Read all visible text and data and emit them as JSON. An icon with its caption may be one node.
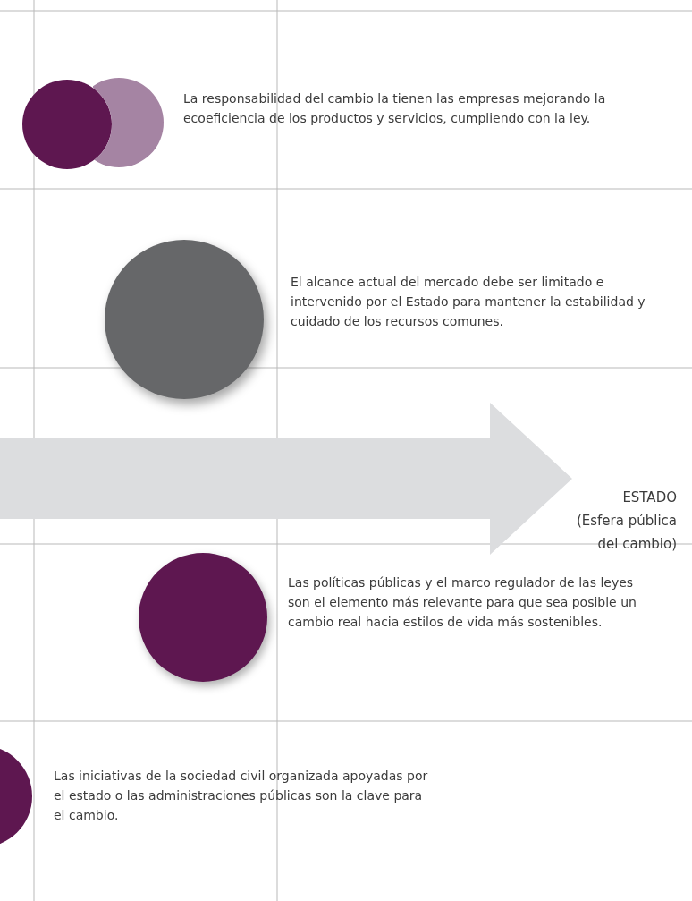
{
  "diagram": {
    "nodes": [
      {
        "text": [],
        "shape": "circle"
      },
      {
        "text": [],
        "shape": "circle",
        "beside": [
          "La responsabilidad del cambio la tienen las empresas mejorando la ecoeficiencia de los productos y servicios, cumpliendo con la ley."
        ]
      },
      {
        "text": [],
        "shape": "circle",
        "beside": [
          "El alcance actual del mercado debe ser limitado e intervenido por el Estado para mantener la estabilidad y cuidado de los recursos comunes."
        ]
      },
      {
        "text": [],
        "shape": "circle",
        "beside": [
          "Las políticas públicas y el marco regulador de las leyes son el elemento más relevante para que sea posible un cambio real hacia estilos de vida más sostenibles."
        ]
      },
      {
        "text": [],
        "shape": "circle",
        "beside": [
          "Las iniciativas de la sociedad civil organizada apoyadas por el estado o las administraciones públicas son la clave para el cambio."
        ]
      },
      {
        "text": [
          "ESTADO",
          "(Esfera pública del cambio)"
        ]
      }
    ],
    "edges": [
      {
        "from": null,
        "to": 5,
        "arrow": "to"
      }
    ]
  }
}
